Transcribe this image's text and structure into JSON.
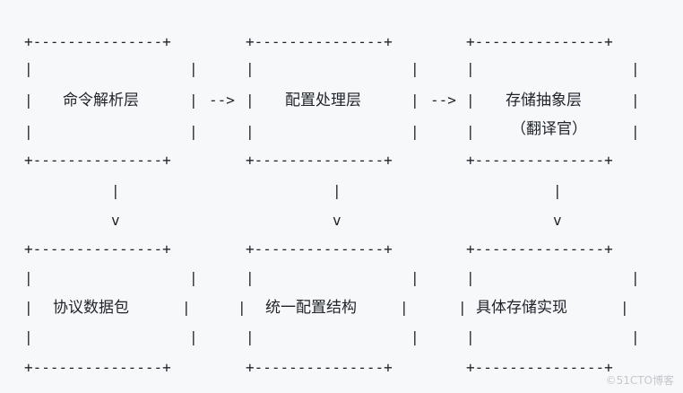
{
  "box_border": "+---------------+",
  "box_side": "|",
  "arrow_right": "-->",
  "arrow_down_stem": "|",
  "arrow_down_head": "v",
  "top_row": {
    "box1": {
      "label": "命令解析层"
    },
    "box2": {
      "label": "配置处理层"
    },
    "box3": {
      "label": "存储抽象层",
      "sublabel": "（翻译官）"
    }
  },
  "bottom_row": {
    "box1": {
      "label": "协议数据包"
    },
    "box2": {
      "label": "统一配置结构"
    },
    "box3": {
      "label": "具体存储实现"
    }
  },
  "watermark": "©51CTO博客"
}
